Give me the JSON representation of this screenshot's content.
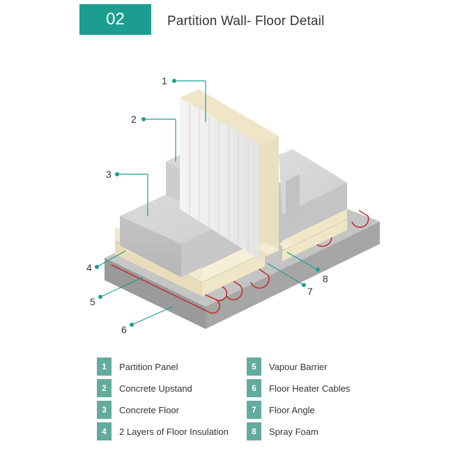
{
  "header": {
    "number": "02",
    "title": "Partition Wall- Floor Detail"
  },
  "colors": {
    "accent": "#1b9e8f",
    "legend_badge": "#62ab9d",
    "concrete": "#c9c9c9",
    "insulation": "#efe6c8",
    "heater_cable": "#c0322f"
  },
  "callouts": [
    {
      "number": "1"
    },
    {
      "number": "2"
    },
    {
      "number": "3"
    },
    {
      "number": "4"
    },
    {
      "number": "5"
    },
    {
      "number": "6"
    },
    {
      "number": "7"
    },
    {
      "number": "8"
    }
  ],
  "legend": [
    {
      "number": "1",
      "label": "Partition Panel"
    },
    {
      "number": "2",
      "label": "Concrete Upstand"
    },
    {
      "number": "3",
      "label": "Concrete  Floor"
    },
    {
      "number": "4",
      "label": "2 Layers of Floor Insulation"
    },
    {
      "number": "5",
      "label": "Vapour Barrier"
    },
    {
      "number": "6",
      "label": "Floor Heater Cables"
    },
    {
      "number": "7",
      "label": "Floor Angle"
    },
    {
      "number": "8",
      "label": "Spray Foam"
    }
  ]
}
